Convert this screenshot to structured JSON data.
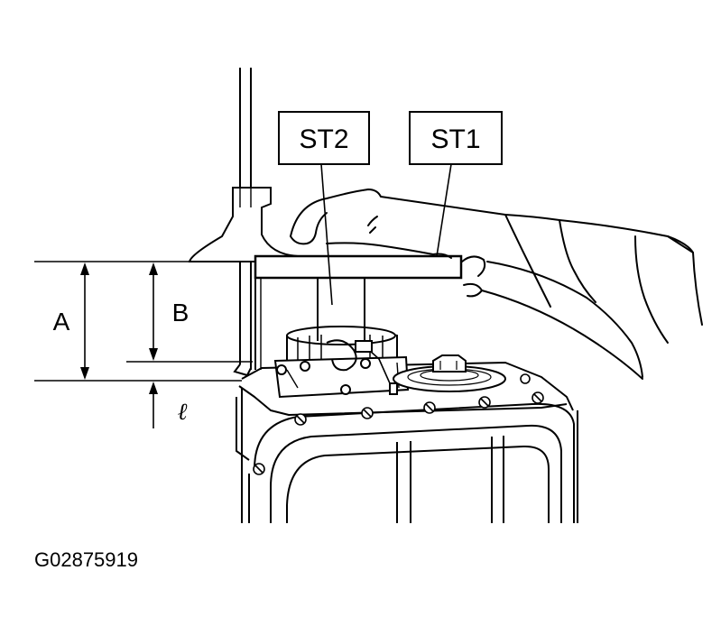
{
  "labels": {
    "st2": "ST2",
    "st1": "ST1",
    "dim_a": "A",
    "dim_b": "B",
    "dim_l": "ℓ"
  },
  "figure_id": "G02875919"
}
